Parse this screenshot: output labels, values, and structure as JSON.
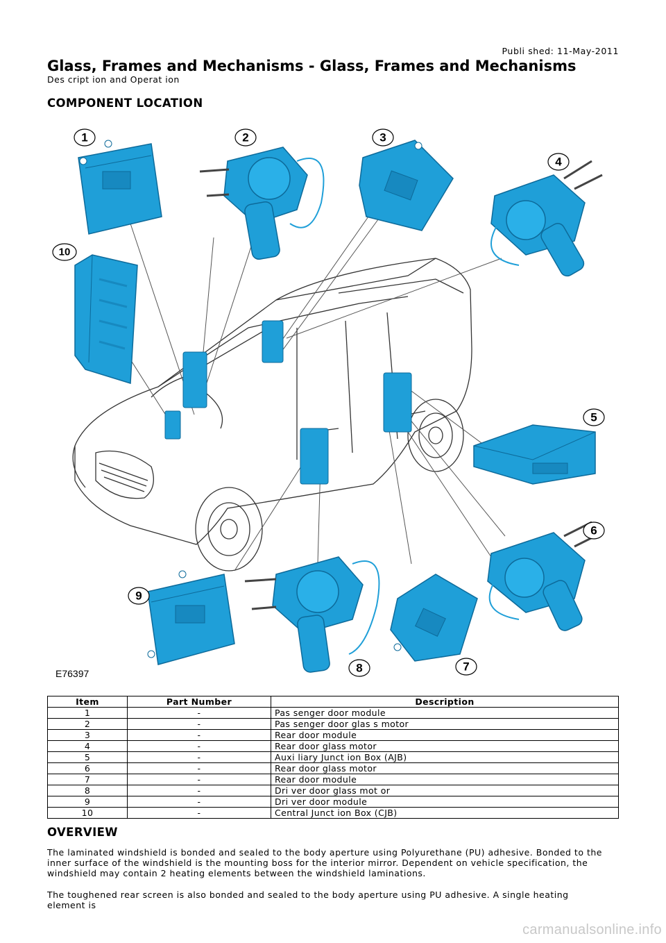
{
  "header": {
    "published": "Publi shed: 11-May-2011",
    "title": "Glass, Frames and Mechanisms - Glass, Frames and Mechanisms",
    "subtitle": "Des cript ion and Operat ion"
  },
  "sections": {
    "component_location": "COMPONENT LOCATION",
    "overview": "OVERVIEW"
  },
  "figure": {
    "id": "E76397",
    "callouts": [
      "1",
      "2",
      "3",
      "4",
      "5",
      "6",
      "7",
      "8",
      "9",
      "10"
    ],
    "colors": {
      "component": "#1f9fd8",
      "component_dark": "#0d6a9a",
      "outline": "#333333"
    }
  },
  "table": {
    "headers": {
      "item": "Item",
      "part_number": "Part Number",
      "description": "Description"
    },
    "rows": [
      {
        "item": "1",
        "part": "-",
        "desc": "Pas senger door module"
      },
      {
        "item": "2",
        "part": "-",
        "desc": "Pas senger door glas s motor"
      },
      {
        "item": "3",
        "part": "-",
        "desc": "Rear door module"
      },
      {
        "item": "4",
        "part": "-",
        "desc": "Rear door glass motor"
      },
      {
        "item": "5",
        "part": "-",
        "desc": "Auxi liary Junct ion Box (AJB)"
      },
      {
        "item": "6",
        "part": "-",
        "desc": "Rear door glass motor"
      },
      {
        "item": "7",
        "part": "-",
        "desc": "Rear door module"
      },
      {
        "item": "8",
        "part": "-",
        "desc": "Dri ver door glass mot or"
      },
      {
        "item": "9",
        "part": "-",
        "desc": "Dri ver door module"
      },
      {
        "item": "10",
        "part": "-",
        "desc": "Central Junct ion Box (CJB)"
      }
    ]
  },
  "overview": {
    "p1": "The laminated windshield is bonded and sealed to the body aperture using Polyurethane (PU) adhesive. Bonded to the inner surface of the windshield is the mounting boss for the interior mirror. Dependent on vehicle specification, the windshield may contain 2 heating elements between the windshield laminations.",
    "p2": "The toughened rear screen is also bonded and sealed to the body aperture using PU adhesive. A single heating element is"
  },
  "watermark": "carmanualsonline.info"
}
